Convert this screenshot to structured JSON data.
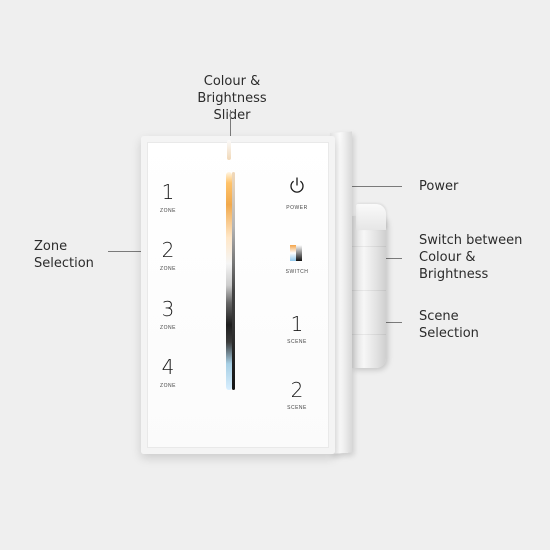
{
  "callouts": {
    "slider": [
      "Colour & Brightness",
      "Slider"
    ],
    "zone": [
      "Zone",
      "Selection"
    ],
    "power": "Power",
    "switch": [
      "Switch between",
      "Colour &",
      "Brightness"
    ],
    "scene": [
      "Scene",
      "Selection"
    ]
  },
  "zones": [
    {
      "number": "1",
      "caption": "ZONE"
    },
    {
      "number": "2",
      "caption": "ZONE"
    },
    {
      "number": "3",
      "caption": "ZONE"
    },
    {
      "number": "4",
      "caption": "ZONE"
    }
  ],
  "right_buttons": {
    "power": {
      "caption": "POWER",
      "icon": "power-icon"
    },
    "switch": {
      "caption": "SWITCH",
      "icon": "colour-brightness-switch-icon"
    },
    "scene1": {
      "number": "1",
      "caption": "SCENE"
    },
    "scene2": {
      "number": "2",
      "caption": "SCENE"
    }
  },
  "colors": {
    "background": "#efefef",
    "panel": "#ffffff",
    "warm": "#f1a94c",
    "cool": "#a7cfe4",
    "leader_line": "#7a7a7a"
  }
}
